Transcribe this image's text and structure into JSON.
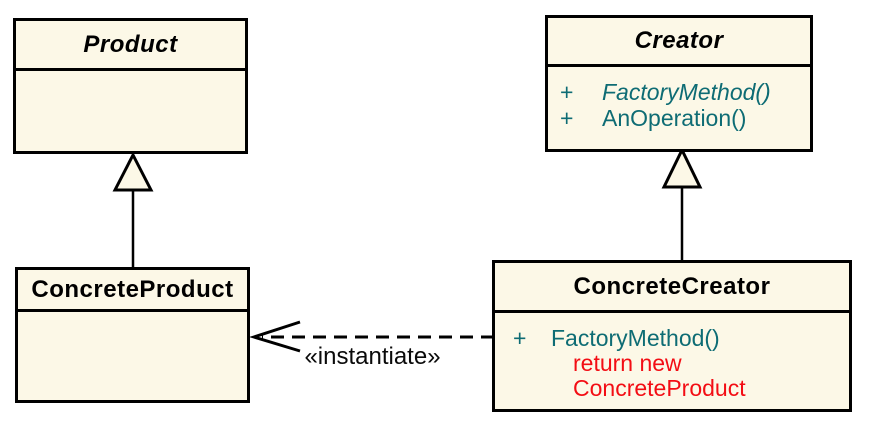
{
  "colors": {
    "box_fill": "#FCF8E7",
    "border": "#000000",
    "title_text": "#000000",
    "method_text": "#0E6C74",
    "note_text": "#F30D14"
  },
  "classes": {
    "product": {
      "name": "Product",
      "abstract": true
    },
    "creator": {
      "name": "Creator",
      "abstract": true,
      "methods": [
        {
          "visibility": "+",
          "signature": "FactoryMethod()",
          "abstract": true
        },
        {
          "visibility": "+",
          "signature": "AnOperation()",
          "abstract": false
        }
      ]
    },
    "concrete_product": {
      "name": "ConcreteProduct"
    },
    "concrete_creator": {
      "name": "ConcreteCreator",
      "methods": [
        {
          "visibility": "+",
          "signature": "FactoryMethod()",
          "abstract": false
        }
      ],
      "pseudocode": [
        "return new",
        "ConcreteProduct"
      ]
    }
  },
  "relationships": {
    "instantiate": {
      "label": "«instantiate»",
      "style": "dashed-open-arrow"
    },
    "generalizations": [
      {
        "from": "ConcreteProduct",
        "to": "Product"
      },
      {
        "from": "ConcreteCreator",
        "to": "Creator"
      }
    ]
  }
}
